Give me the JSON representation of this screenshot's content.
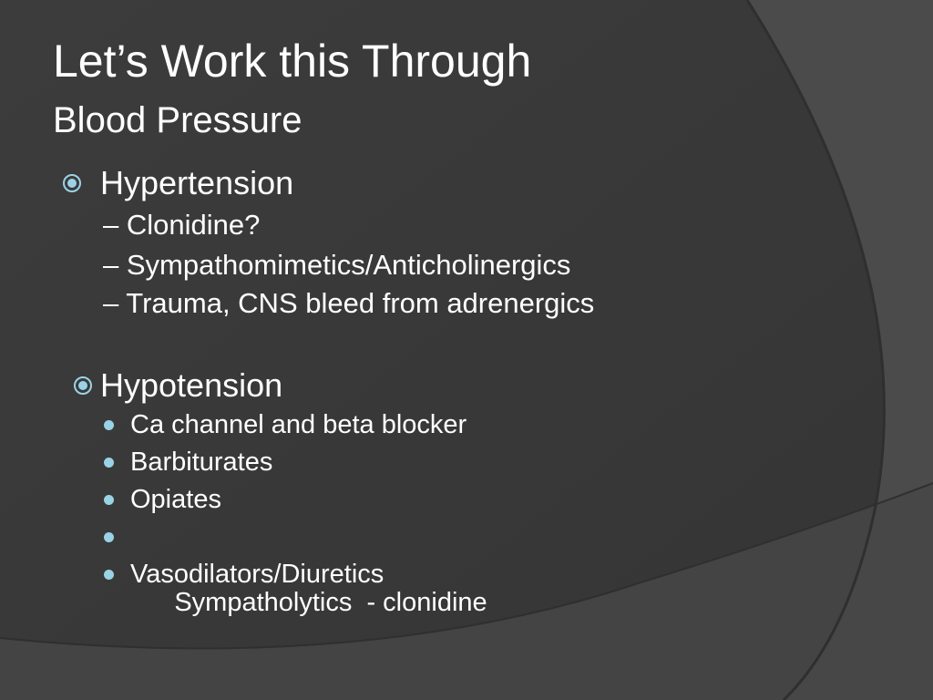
{
  "slide": {
    "title": "Let’s Work this Through",
    "subtitle": "Blood Pressure",
    "section1": {
      "heading": "Hypertension",
      "items": [
        "– Clonidine?",
        "– Sympathomimetics/Anticholinergics",
        "– Trauma, CNS bleed from adrenergics"
      ]
    },
    "section2": {
      "heading": "Hypotension",
      "items": [
        "Ca channel and beta blocker",
        "Barbiturates",
        "Opiates",
        "Sympatholytics  - clonidine",
        "Vasodilators/Diuretics"
      ]
    }
  },
  "colors": {
    "background": "#4b4b4b",
    "panel": "#3a3a3a",
    "text": "#ffffff",
    "bullet_accent": "#9ad3e6"
  },
  "icons": {
    "level1_bullet": "circled-dot-icon",
    "level2_bullet": "filled-dot-icon"
  }
}
